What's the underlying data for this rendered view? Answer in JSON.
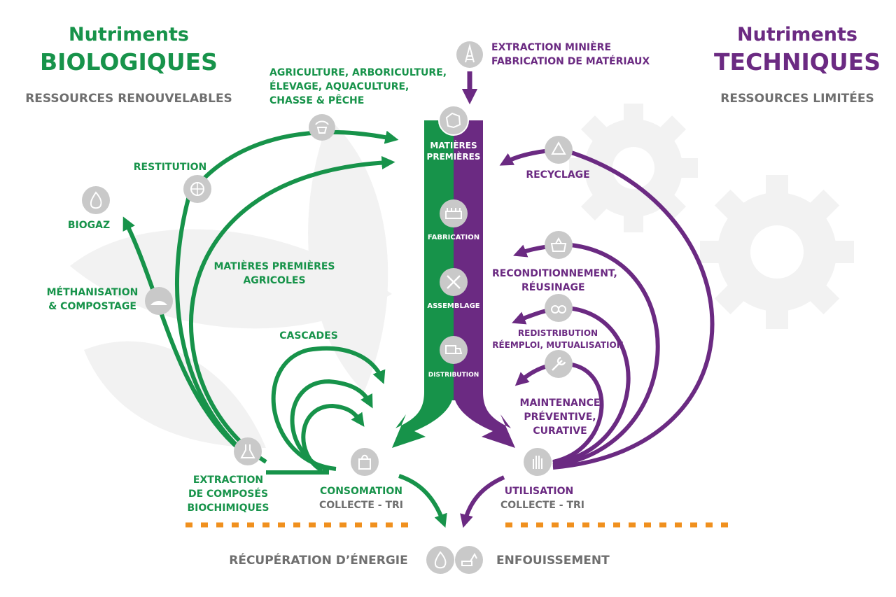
{
  "colors": {
    "biological": "#17934a",
    "technical": "#6b2a82",
    "neutral": "#6f6f6f",
    "dots": "#f0901e",
    "icon_circle": "#c9c9c9",
    "background_shapes": "#f2f2f2"
  },
  "left_header": {
    "title_line1": "Nutriments",
    "title_line2": "BIOLOGIQUES",
    "subtitle": "RESSOURCES RENOUVELABLES"
  },
  "right_header": {
    "title_line1": "Nutriments",
    "title_line2": "TECHNIQUES",
    "subtitle": "RESSOURCES LIMITÉES"
  },
  "top_source": {
    "line1": "EXTRACTION MINIÈRE",
    "line2": "FABRICATION DE MATÉRIAUX",
    "icon": "oil-rig-icon"
  },
  "bio_labels": {
    "agriculture_l1": "AGRICULTURE, ARBORICULTURE,",
    "agriculture_l2": "ÉLEVAGE, AQUACULTURE,",
    "agriculture_l3": "CHASSE & PÊCHE",
    "restitution": "RESTITUTION",
    "biogaz": "BIOGAZ",
    "methanisation_l1": "MÉTHANISATION",
    "methanisation_l2": "& COMPOSTAGE",
    "matieres_agricoles_l1": "MATIÈRES PREMIÈRES",
    "matieres_agricoles_l2": "AGRICOLES",
    "cascades": "CASCADES",
    "extraction_l1": "EXTRACTION",
    "extraction_l2": "DE COMPOSÉS",
    "extraction_l3": "BIOCHIMIQUES",
    "consommation": "CONSOMATION",
    "collecte": "COLLECTE - TRI"
  },
  "tech_labels": {
    "recyclage": "RECYCLAGE",
    "recond_l1": "RECONDITIONNEMENT,",
    "recond_l2": "RÉUSINAGE",
    "redistribution_l1": "REDISTRIBUTION",
    "redistribution_l2": "RÉEMPLOI, MUTUALISATION",
    "maintenance_l1": "MAINTENANCE",
    "maintenance_l2": "PRÉVENTIVE,",
    "maintenance_l3": "CURATIVE",
    "utilisation": "UTILISATION",
    "collecte": "COLLECTE - TRI"
  },
  "center_steps": {
    "matieres_l1": "MATIÈRES",
    "matieres_l2": "PREMIÈRES",
    "fabrication": "FABRICATION",
    "assemblage": "ASSEMBLAGE",
    "distribution": "DISTRIBUTION"
  },
  "bottom": {
    "energie": "RÉCUPÉRATION D’ÉNERGIE",
    "enfouissement": "ENFOUISSEMENT"
  }
}
